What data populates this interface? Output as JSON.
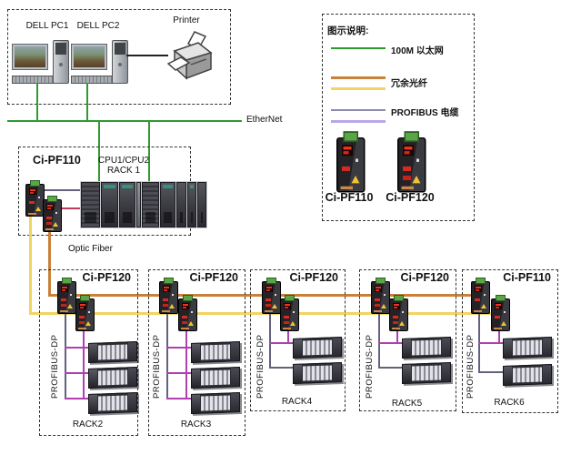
{
  "top": {
    "pc1": "DELL PC1",
    "pc2": "DELL PC2",
    "printer": "Printer"
  },
  "labels": {
    "ethernet": "EtherNet",
    "optic_fiber": "Optic Fiber",
    "profibus": "PROFIBUS-DP"
  },
  "rack1": {
    "title": "Ci-PF110",
    "cpu": "CPU1/CPU2",
    "rack": "RACK 1"
  },
  "racks": [
    {
      "title": "Ci-PF120",
      "rack_label": "RACK2"
    },
    {
      "title": "Ci-PF120",
      "rack_label": "RACK3"
    },
    {
      "title": "Ci-PF120",
      "rack_label": "RACK4"
    },
    {
      "title": "Ci-PF120",
      "rack_label": "RACK5"
    },
    {
      "title": "Ci-PF110",
      "rack_label": "RACK6"
    }
  ],
  "legend": {
    "title": "图示说明:",
    "items": [
      {
        "label": "100M 以太网",
        "color": "#2e9b2e"
      },
      {
        "label": "冗余光纤",
        "colors": [
          "#c8813a",
          "#f2d461"
        ]
      },
      {
        "label": "PROFIBUS 电缆",
        "colors": [
          "#8a8aae",
          "#b9a7e8"
        ]
      }
    ],
    "devices": [
      {
        "label": "Ci-PF110"
      },
      {
        "label": "Ci-PF120"
      }
    ]
  },
  "colors": {
    "ethernet_green": "#2e9b2e",
    "fiber_orange": "#c8813a",
    "fiber_yellow": "#f2d461",
    "profibus_slate": "#62627f",
    "profibus_violet": "#b040b0",
    "rack1_red_link": "#c23b5a"
  }
}
